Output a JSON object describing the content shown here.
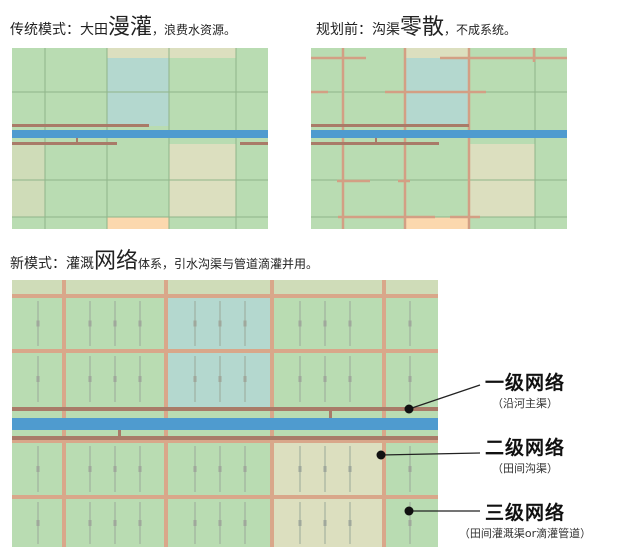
{
  "panels": [
    {
      "title_pre": "传统模式：大田",
      "title_big": "漫灌",
      "title_post": "，浪费水资源。"
    },
    {
      "title_pre": "规划前：沟渠",
      "title_big": "零散",
      "title_post": "，不成系统。"
    },
    {
      "title_pre": "新模式：灌溉",
      "title_big": "网络",
      "title_post": "体系，引水沟渠与管道滴灌并用。"
    }
  ],
  "legend": [
    {
      "level": "一级网络",
      "desc": "（沿河主渠）"
    },
    {
      "level": "二级网络",
      "desc": "（田间沟渠）"
    },
    {
      "level": "三级网络",
      "desc": "（田间灌溉渠or滴灌管道）"
    }
  ],
  "colors": {
    "field": "#b9dcb2",
    "field_blue": "#b4d8cf",
    "field_beige": "#dcdfbf",
    "field_orange": "#fbd8ae",
    "river": "#4f9bcf",
    "main_channel": "#a97b68",
    "ditch": "#d9a78a",
    "grid": "#8fb58a"
  }
}
